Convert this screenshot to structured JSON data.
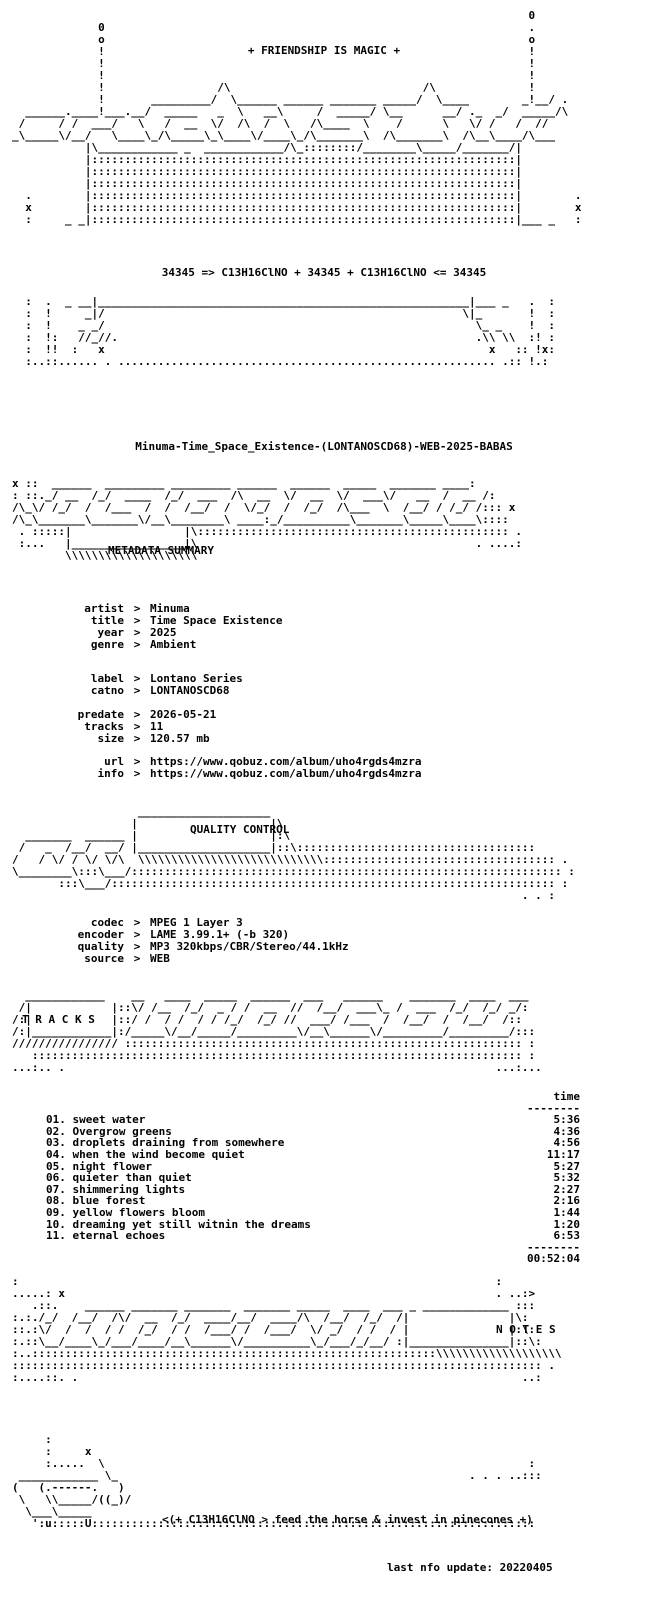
{
  "header": {
    "tagline": "+ FRIENDSHIP IS MAGIC +",
    "formula": "34345 => C13H16ClNO + 34345 + C13H16ClNO <= 34345"
  },
  "release_name": "Minuma-Time_Space_Existence-(LONTANOSCD68)-WEB-2025-BABAS",
  "sections": {
    "metadata": "METADATA SUMMARY",
    "quality": "QUALITY CONTROL",
    "tracks": "T R A C K S",
    "notes": "N O T E S"
  },
  "metadata": [
    {
      "key": "artist",
      "value": "Minuma"
    },
    {
      "key": "title",
      "value": "Time Space Existence"
    },
    {
      "key": "year",
      "value": "2025"
    },
    {
      "key": "genre",
      "value": "Ambient"
    },
    {
      "key": "label",
      "value": "Lontano Series"
    },
    {
      "key": "catno",
      "value": "LONTANOSCD68"
    },
    {
      "key": "predate",
      "value": "2026-05-21"
    },
    {
      "key": "tracks",
      "value": "11"
    },
    {
      "key": "size",
      "value": "120.57 mb"
    },
    {
      "key": "url",
      "value": "https://www.qobuz.com/album/uho4rgds4mzra"
    },
    {
      "key": "info",
      "value": "https://www.qobuz.com/album/uho4rgds4mzra"
    }
  ],
  "quality": [
    {
      "key": "codec",
      "value": "MPEG 1 Layer 3"
    },
    {
      "key": "encoder",
      "value": "LAME 3.99.1+ (-b 320)"
    },
    {
      "key": "quality",
      "value": "MP3 320kbps/CBR/Stereo/44.1kHz"
    },
    {
      "key": "source",
      "value": "WEB"
    }
  ],
  "tracklist": {
    "time_header": "time",
    "rule": "--------",
    "tracks": [
      {
        "num": "01.",
        "title": "sweet water",
        "time": "5:36"
      },
      {
        "num": "02.",
        "title": "Overgrow greens",
        "time": "4:36"
      },
      {
        "num": "03.",
        "title": "droplets draining from somewhere",
        "time": "4:56"
      },
      {
        "num": "04.",
        "title": "when the wind become quiet",
        "time": "11:17"
      },
      {
        "num": "05.",
        "title": "night flower",
        "time": "5:27"
      },
      {
        "num": "06.",
        "title": "quieter than quiet",
        "time": "5:32"
      },
      {
        "num": "07.",
        "title": "shimmering lights",
        "time": "2:27"
      },
      {
        "num": "08.",
        "title": "blue forest",
        "time": "2:16"
      },
      {
        "num": "09.",
        "title": "yellow flowers bloom",
        "time": "1:44"
      },
      {
        "num": "10.",
        "title": "dreaming yet still witnin the dreams",
        "time": "1:20"
      },
      {
        "num": "11.",
        "title": "eternal echoes",
        "time": "6:53"
      }
    ],
    "total": "00:52:04"
  },
  "footer": {
    "motto": "<(+ C13H16ClNO > feed the horse & invest in pinecones +)",
    "last_update": "last nfo update: 20220405"
  }
}
